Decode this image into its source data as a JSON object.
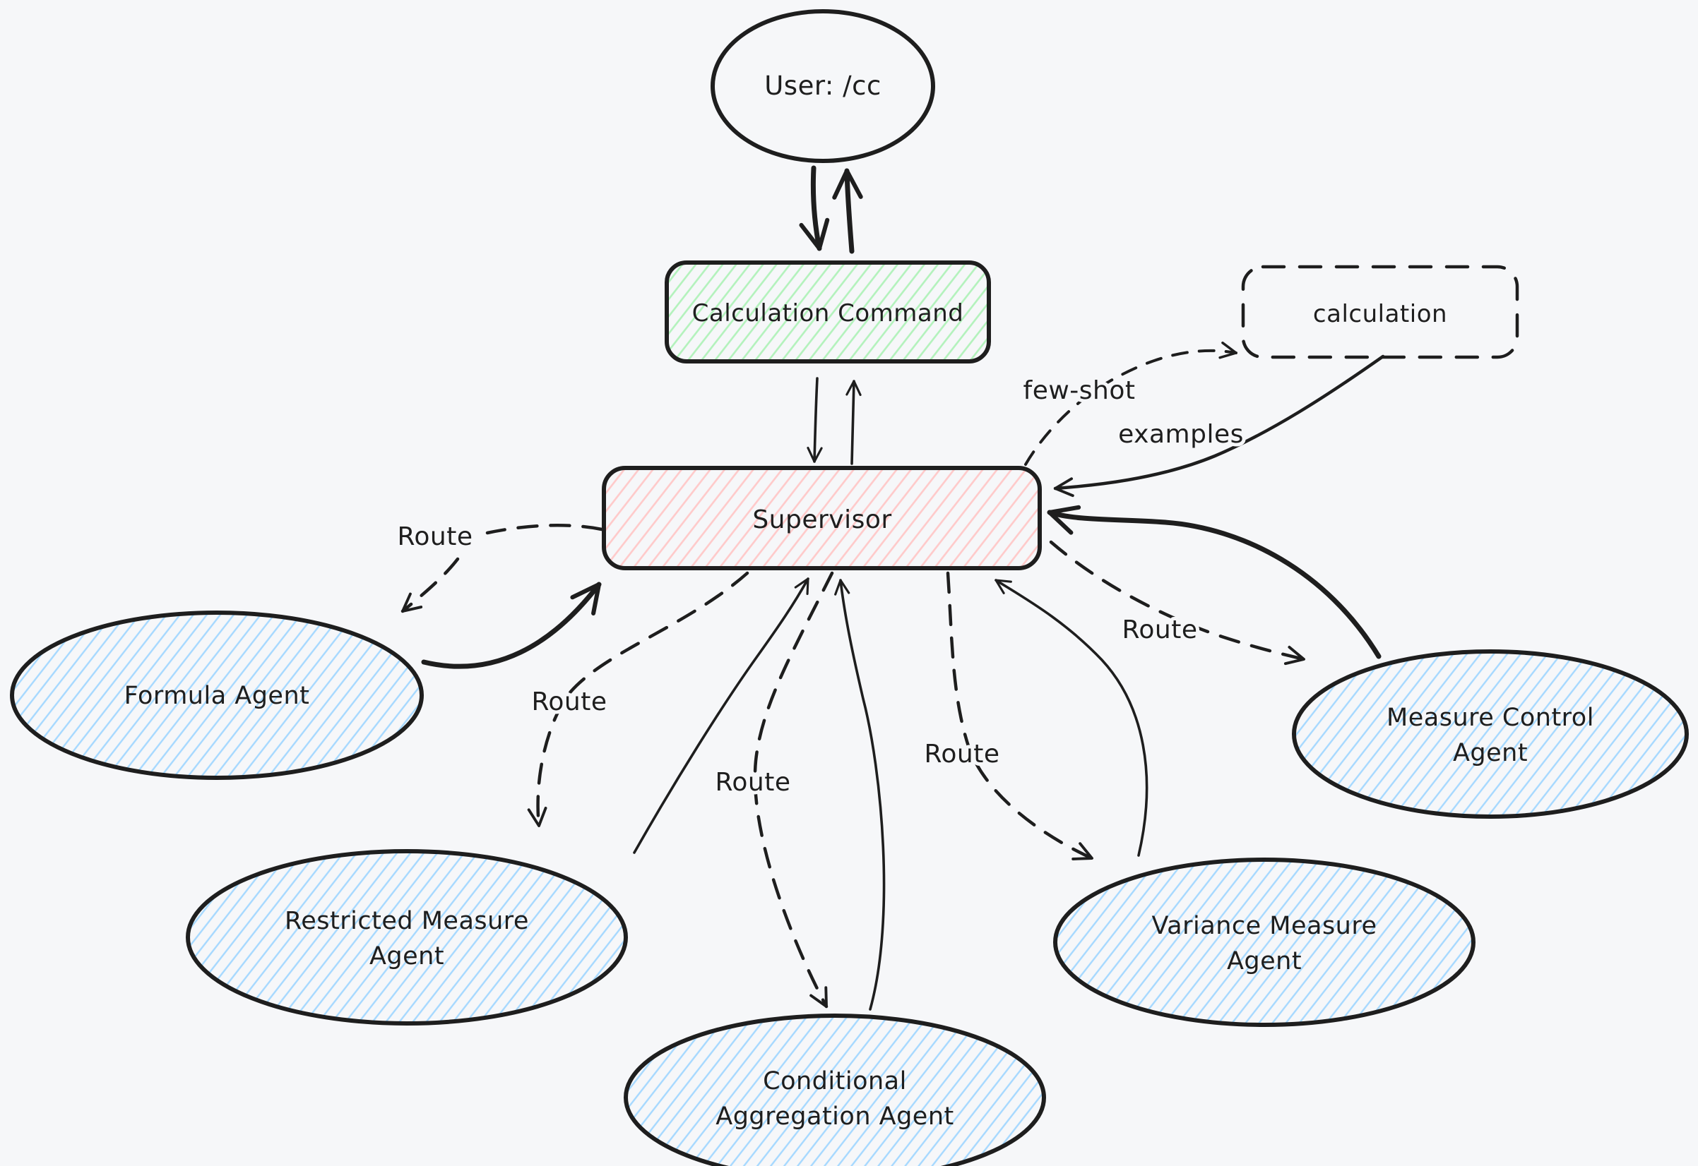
{
  "diagram": {
    "title": "Calculation Command agent routing diagram",
    "nodes": {
      "user": {
        "label": "User: /cc"
      },
      "calculation_command": {
        "label": "Calculation Command"
      },
      "calculation": {
        "label": "calculation"
      },
      "supervisor": {
        "label": "Supervisor"
      },
      "formula_agent": {
        "label": "Formula Agent"
      },
      "restricted_measure_agent": {
        "line1": "Restricted Measure",
        "line2": "Agent"
      },
      "conditional_aggregation_agent": {
        "line1": "Conditional",
        "line2": "Aggregation Agent"
      },
      "variance_measure_agent": {
        "line1": "Variance Measure",
        "line2": "Agent"
      },
      "measure_control_agent": {
        "line1": "Measure Control",
        "line2": "Agent"
      }
    },
    "edge_labels": {
      "route_formula": "Route",
      "route_restricted": "Route",
      "route_conditional": "Route",
      "route_variance": "Route",
      "route_measure_control": "Route",
      "few_shot": "few-shot",
      "examples": "examples"
    },
    "colors": {
      "background": "#f6f7f9",
      "stroke": "#1e1e1e",
      "green_hatch": "#b2f2bb",
      "red_hatch": "#ffc9c9",
      "blue_hatch": "#a5d8ff"
    }
  }
}
